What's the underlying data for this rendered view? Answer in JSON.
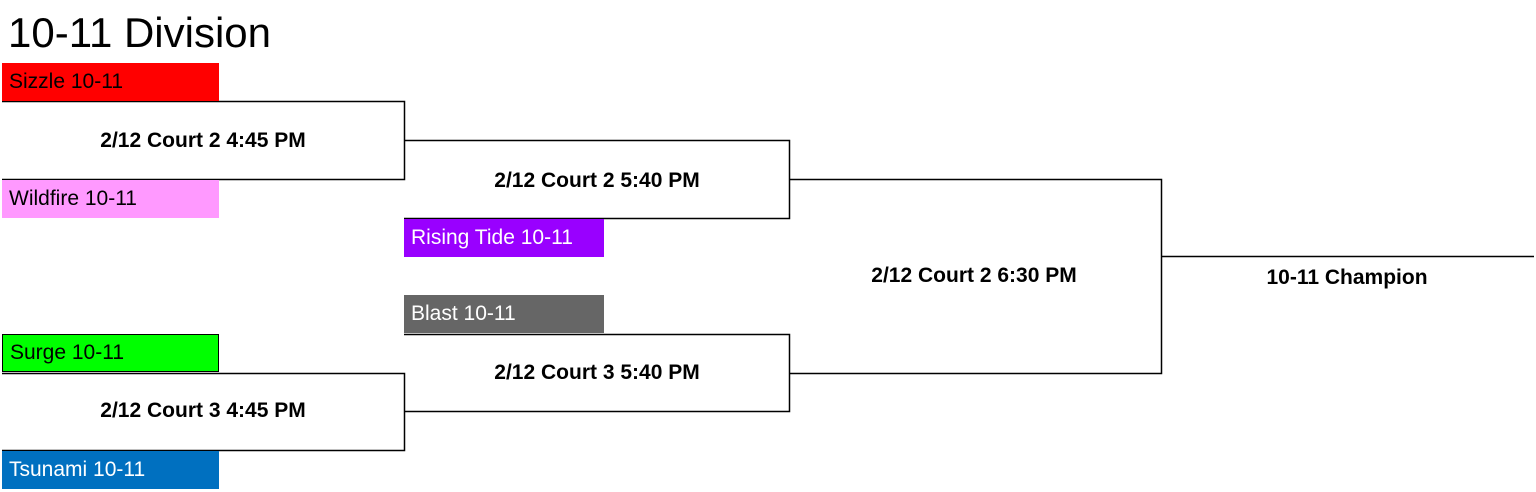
{
  "title": "10-11 Division",
  "teams": {
    "sizzle": {
      "name": "Sizzle 10-11",
      "color": "#ff0000",
      "text_color": "#000000"
    },
    "wildfire": {
      "name": "Wildfire 10-11",
      "color": "#ff99ff",
      "text_color": "#000000"
    },
    "rising_tide": {
      "name": "Rising Tide 10-11",
      "color": "#9900ff",
      "text_color": "#ffffff"
    },
    "blast": {
      "name": "Blast 10-11",
      "color": "#666666",
      "text_color": "#ffffff"
    },
    "surge": {
      "name": "Surge 10-11",
      "color": "#00ff00",
      "text_color": "#000000"
    },
    "tsunami": {
      "name": "Tsunami 10-11",
      "color": "#0070c0",
      "text_color": "#ffffff"
    }
  },
  "games": {
    "g1": "2/12 Court 2 4:45 PM",
    "g2": "2/12 Court 3 4:45 PM",
    "g3": "2/12 Court 2 5:40 PM",
    "g4": "2/12 Court 3 5:40 PM",
    "g5": "2/12 Court 2 6:30 PM"
  },
  "champion": "10-11 Champion"
}
